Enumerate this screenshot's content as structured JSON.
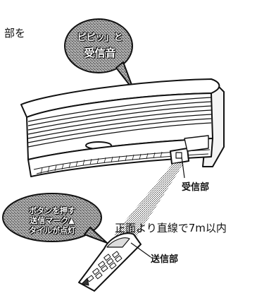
{
  "top_fragment": "部を",
  "top_bubble": {
    "line1": "ピピッ」と",
    "line2": "受信音"
  },
  "receiver_label": "受信部",
  "range_label": "正面より直線で7m以内",
  "left_bubble": {
    "line1": "ボタンを押す",
    "line2": "送信マーク▲",
    "line3": "タイルが点灯"
  },
  "transmitter_label": "送信部",
  "colors": {
    "ink": "#111111",
    "bubble_fill": "#8a8a8a",
    "background": "#ffffff"
  }
}
